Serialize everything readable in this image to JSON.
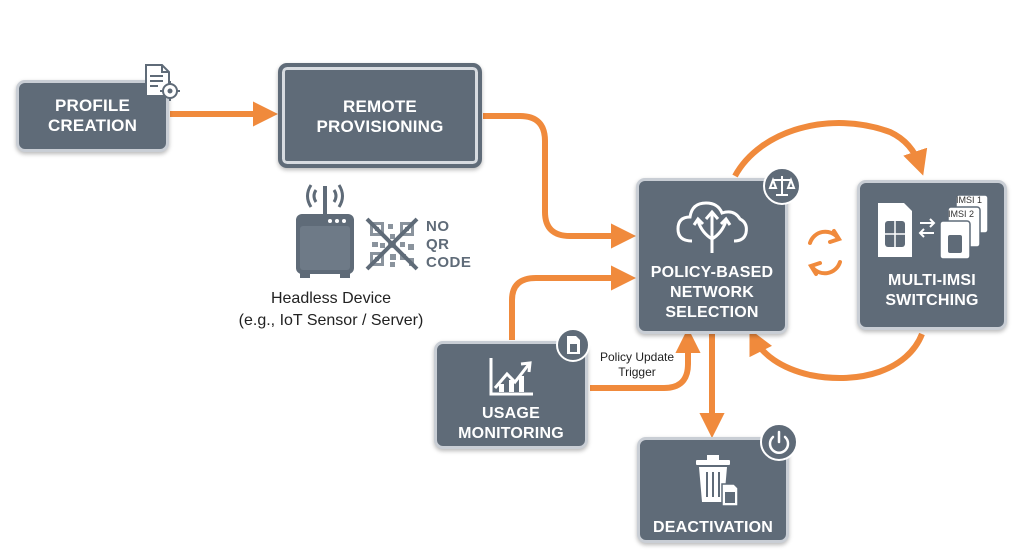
{
  "nodes": {
    "profile_creation": {
      "line1": "PROFILE",
      "line2": "CREATION",
      "icon": "document-gear-icon"
    },
    "remote_provisioning": {
      "line1": "REMOTE",
      "line2": "PROVISIONING"
    },
    "policy_selection": {
      "line1": "POLICY-BASED",
      "line2": "NETWORK",
      "line3": "SELECTION",
      "icon": "cloud-arrows-icon",
      "badge": "scale-icon"
    },
    "multi_imsi": {
      "line1": "MULTI-IMSI",
      "line2": "SWITCHING",
      "imsi1": "IMSI 1",
      "imsi2": "IMSI 2",
      "icon": "sim-cards-icon"
    },
    "usage_monitoring": {
      "line1": "USAGE",
      "line2": "MONITORING",
      "icon": "growth-chart-icon",
      "badge": "sim-document-icon"
    },
    "deactivation": {
      "line1": "DEACTIVATION",
      "icon": "trash-sim-icon",
      "badge": "power-icon"
    }
  },
  "headless": {
    "line1": "Headless Device",
    "line2": "(e.g., IoT Sensor / Server)",
    "icon": "router-antenna-icon",
    "qr_line1": "NO",
    "qr_line2": "QR",
    "qr_line3": "CODE",
    "qr_icon": "crossed-qr-icon"
  },
  "edges": {
    "policy_update": {
      "line1": "Policy Update",
      "line2": "Trigger"
    }
  },
  "colors": {
    "node_fill": "#5f6b78",
    "node_border": "#c9ced5",
    "arrow": "#f08a3c",
    "text": "#222222"
  }
}
